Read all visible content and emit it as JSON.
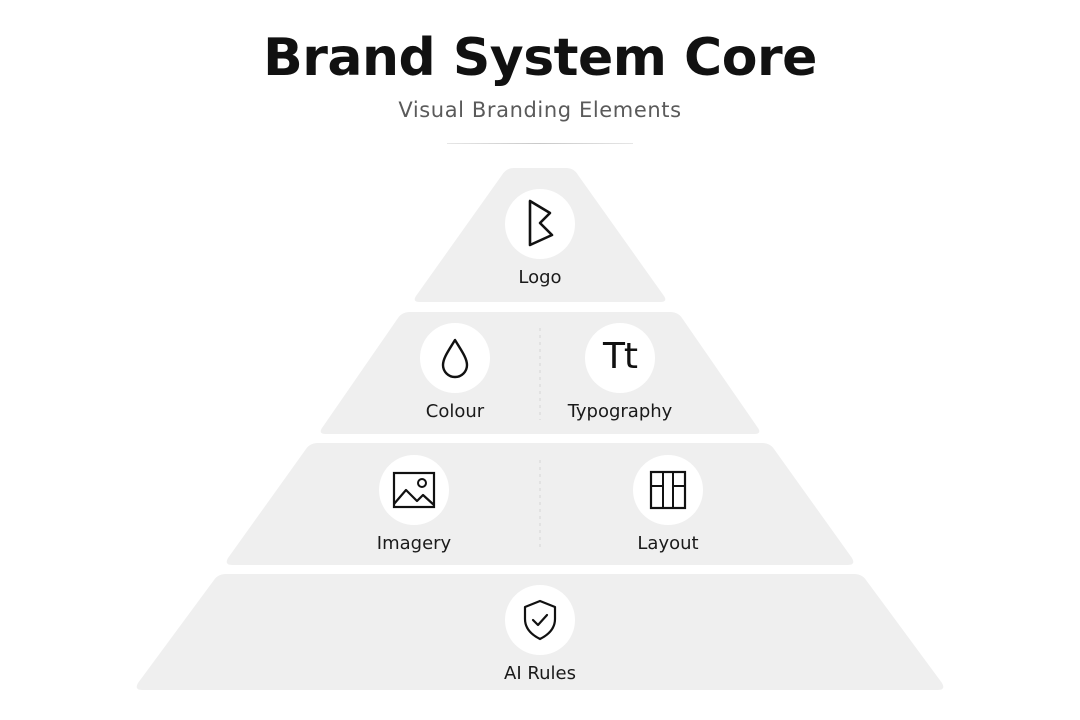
{
  "header": {
    "title": "Brand System Core",
    "subtitle": "Visual Branding Elements"
  },
  "pyramid": {
    "tiers": [
      {
        "items": [
          {
            "label": "Logo",
            "icon": "logo-b-icon"
          }
        ]
      },
      {
        "items": [
          {
            "label": "Colour",
            "icon": "droplet-icon"
          },
          {
            "label": "Typography",
            "icon": "typography-icon",
            "glyph": "Tt"
          }
        ]
      },
      {
        "items": [
          {
            "label": "Imagery",
            "icon": "image-icon"
          },
          {
            "label": "Layout",
            "icon": "layout-grid-icon"
          }
        ]
      },
      {
        "items": [
          {
            "label": "AI Rules",
            "icon": "shield-check-icon"
          }
        ]
      }
    ]
  },
  "colors": {
    "tier_fill": "#efefef",
    "icon_circle": "#ffffff",
    "text": "#111111",
    "subtitle": "#5a5a5a"
  }
}
